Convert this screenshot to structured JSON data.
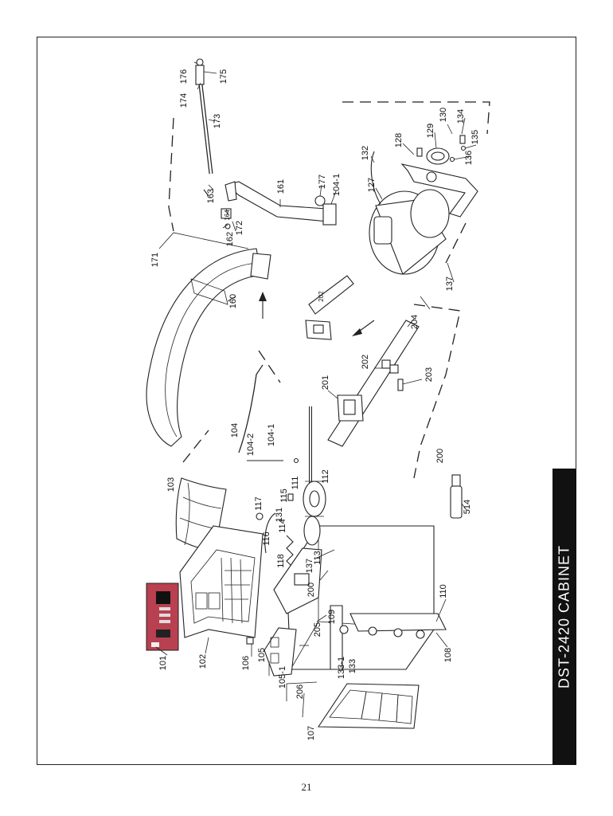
{
  "title": "DST-2420 CABINET",
  "page_number": "21",
  "callouts": [
    {
      "id": "101",
      "text": "101"
    },
    {
      "id": "102",
      "text": "102"
    },
    {
      "id": "103",
      "text": "103"
    },
    {
      "id": "104",
      "text": "104"
    },
    {
      "id": "104-2",
      "text": "104-2"
    },
    {
      "id": "104-1a",
      "text": "104-1"
    },
    {
      "id": "105",
      "text": "105"
    },
    {
      "id": "105-1",
      "text": "105-1"
    },
    {
      "id": "106",
      "text": "106"
    },
    {
      "id": "107",
      "text": "107"
    },
    {
      "id": "108",
      "text": "108"
    },
    {
      "id": "109",
      "text": "109"
    },
    {
      "id": "110",
      "text": "110"
    },
    {
      "id": "111",
      "text": "111"
    },
    {
      "id": "112",
      "text": "112"
    },
    {
      "id": "113",
      "text": "113"
    },
    {
      "id": "114",
      "text": "114"
    },
    {
      "id": "115",
      "text": "115"
    },
    {
      "id": "116",
      "text": "116"
    },
    {
      "id": "117",
      "text": "117"
    },
    {
      "id": "118",
      "text": "118"
    },
    {
      "id": "131",
      "text": "131"
    },
    {
      "id": "137a",
      "text": "137"
    },
    {
      "id": "200a",
      "text": "200"
    },
    {
      "id": "200b",
      "text": "200"
    },
    {
      "id": "201",
      "text": "201"
    },
    {
      "id": "202a",
      "text": "202"
    },
    {
      "id": "202b",
      "text": "202"
    },
    {
      "id": "203",
      "text": "203"
    },
    {
      "id": "204",
      "text": "204"
    },
    {
      "id": "205",
      "text": "205"
    },
    {
      "id": "206",
      "text": "206"
    },
    {
      "id": "133",
      "text": "133"
    },
    {
      "id": "133-1",
      "text": "133-1"
    },
    {
      "id": "514",
      "text": "514"
    },
    {
      "id": "160",
      "text": "160"
    },
    {
      "id": "161",
      "text": "161"
    },
    {
      "id": "162",
      "text": "162"
    },
    {
      "id": "163",
      "text": "163"
    },
    {
      "id": "164",
      "text": "164"
    },
    {
      "id": "171",
      "text": "171"
    },
    {
      "id": "172",
      "text": "172"
    },
    {
      "id": "173",
      "text": "173"
    },
    {
      "id": "174",
      "text": "174"
    },
    {
      "id": "175",
      "text": "175"
    },
    {
      "id": "176",
      "text": "176"
    },
    {
      "id": "177",
      "text": "177"
    },
    {
      "id": "104-1b",
      "text": "104-1"
    },
    {
      "id": "127",
      "text": "127"
    },
    {
      "id": "128",
      "text": "128"
    },
    {
      "id": "129",
      "text": "129"
    },
    {
      "id": "130",
      "text": "130"
    },
    {
      "id": "132",
      "text": "132"
    },
    {
      "id": "134",
      "text": "134"
    },
    {
      "id": "135",
      "text": "135"
    },
    {
      "id": "136",
      "text": "136"
    },
    {
      "id": "137b",
      "text": "137"
    }
  ]
}
